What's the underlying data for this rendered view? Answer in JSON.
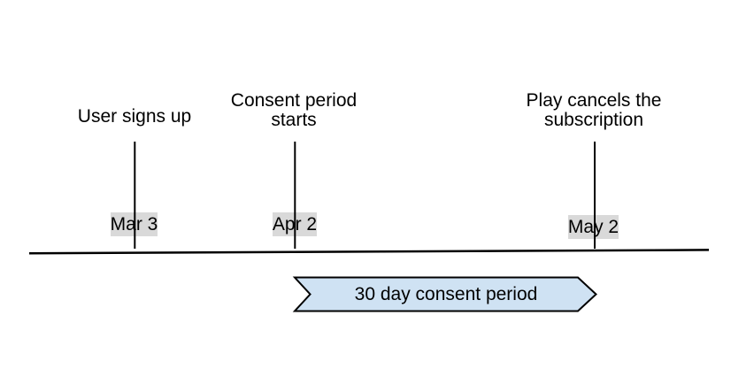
{
  "diagram_type": "timeline",
  "colors": {
    "background": "#ffffff",
    "line": "#000000",
    "date_box_bg": "#d9d9d9",
    "banner_fill": "#cfe2f3",
    "banner_border": "#000000",
    "text": "#000000"
  },
  "events": [
    {
      "label_lines": [
        "User signs up"
      ],
      "date": "Mar 3"
    },
    {
      "label_lines": [
        "Consent period",
        "starts"
      ],
      "date": "Apr 2"
    },
    {
      "label_lines": [
        "Play cancels the",
        "subscription"
      ],
      "date": "May 2"
    }
  ],
  "banner": {
    "label": "30 day consent period",
    "from_date": "Apr 2",
    "to_date": "May 2"
  }
}
